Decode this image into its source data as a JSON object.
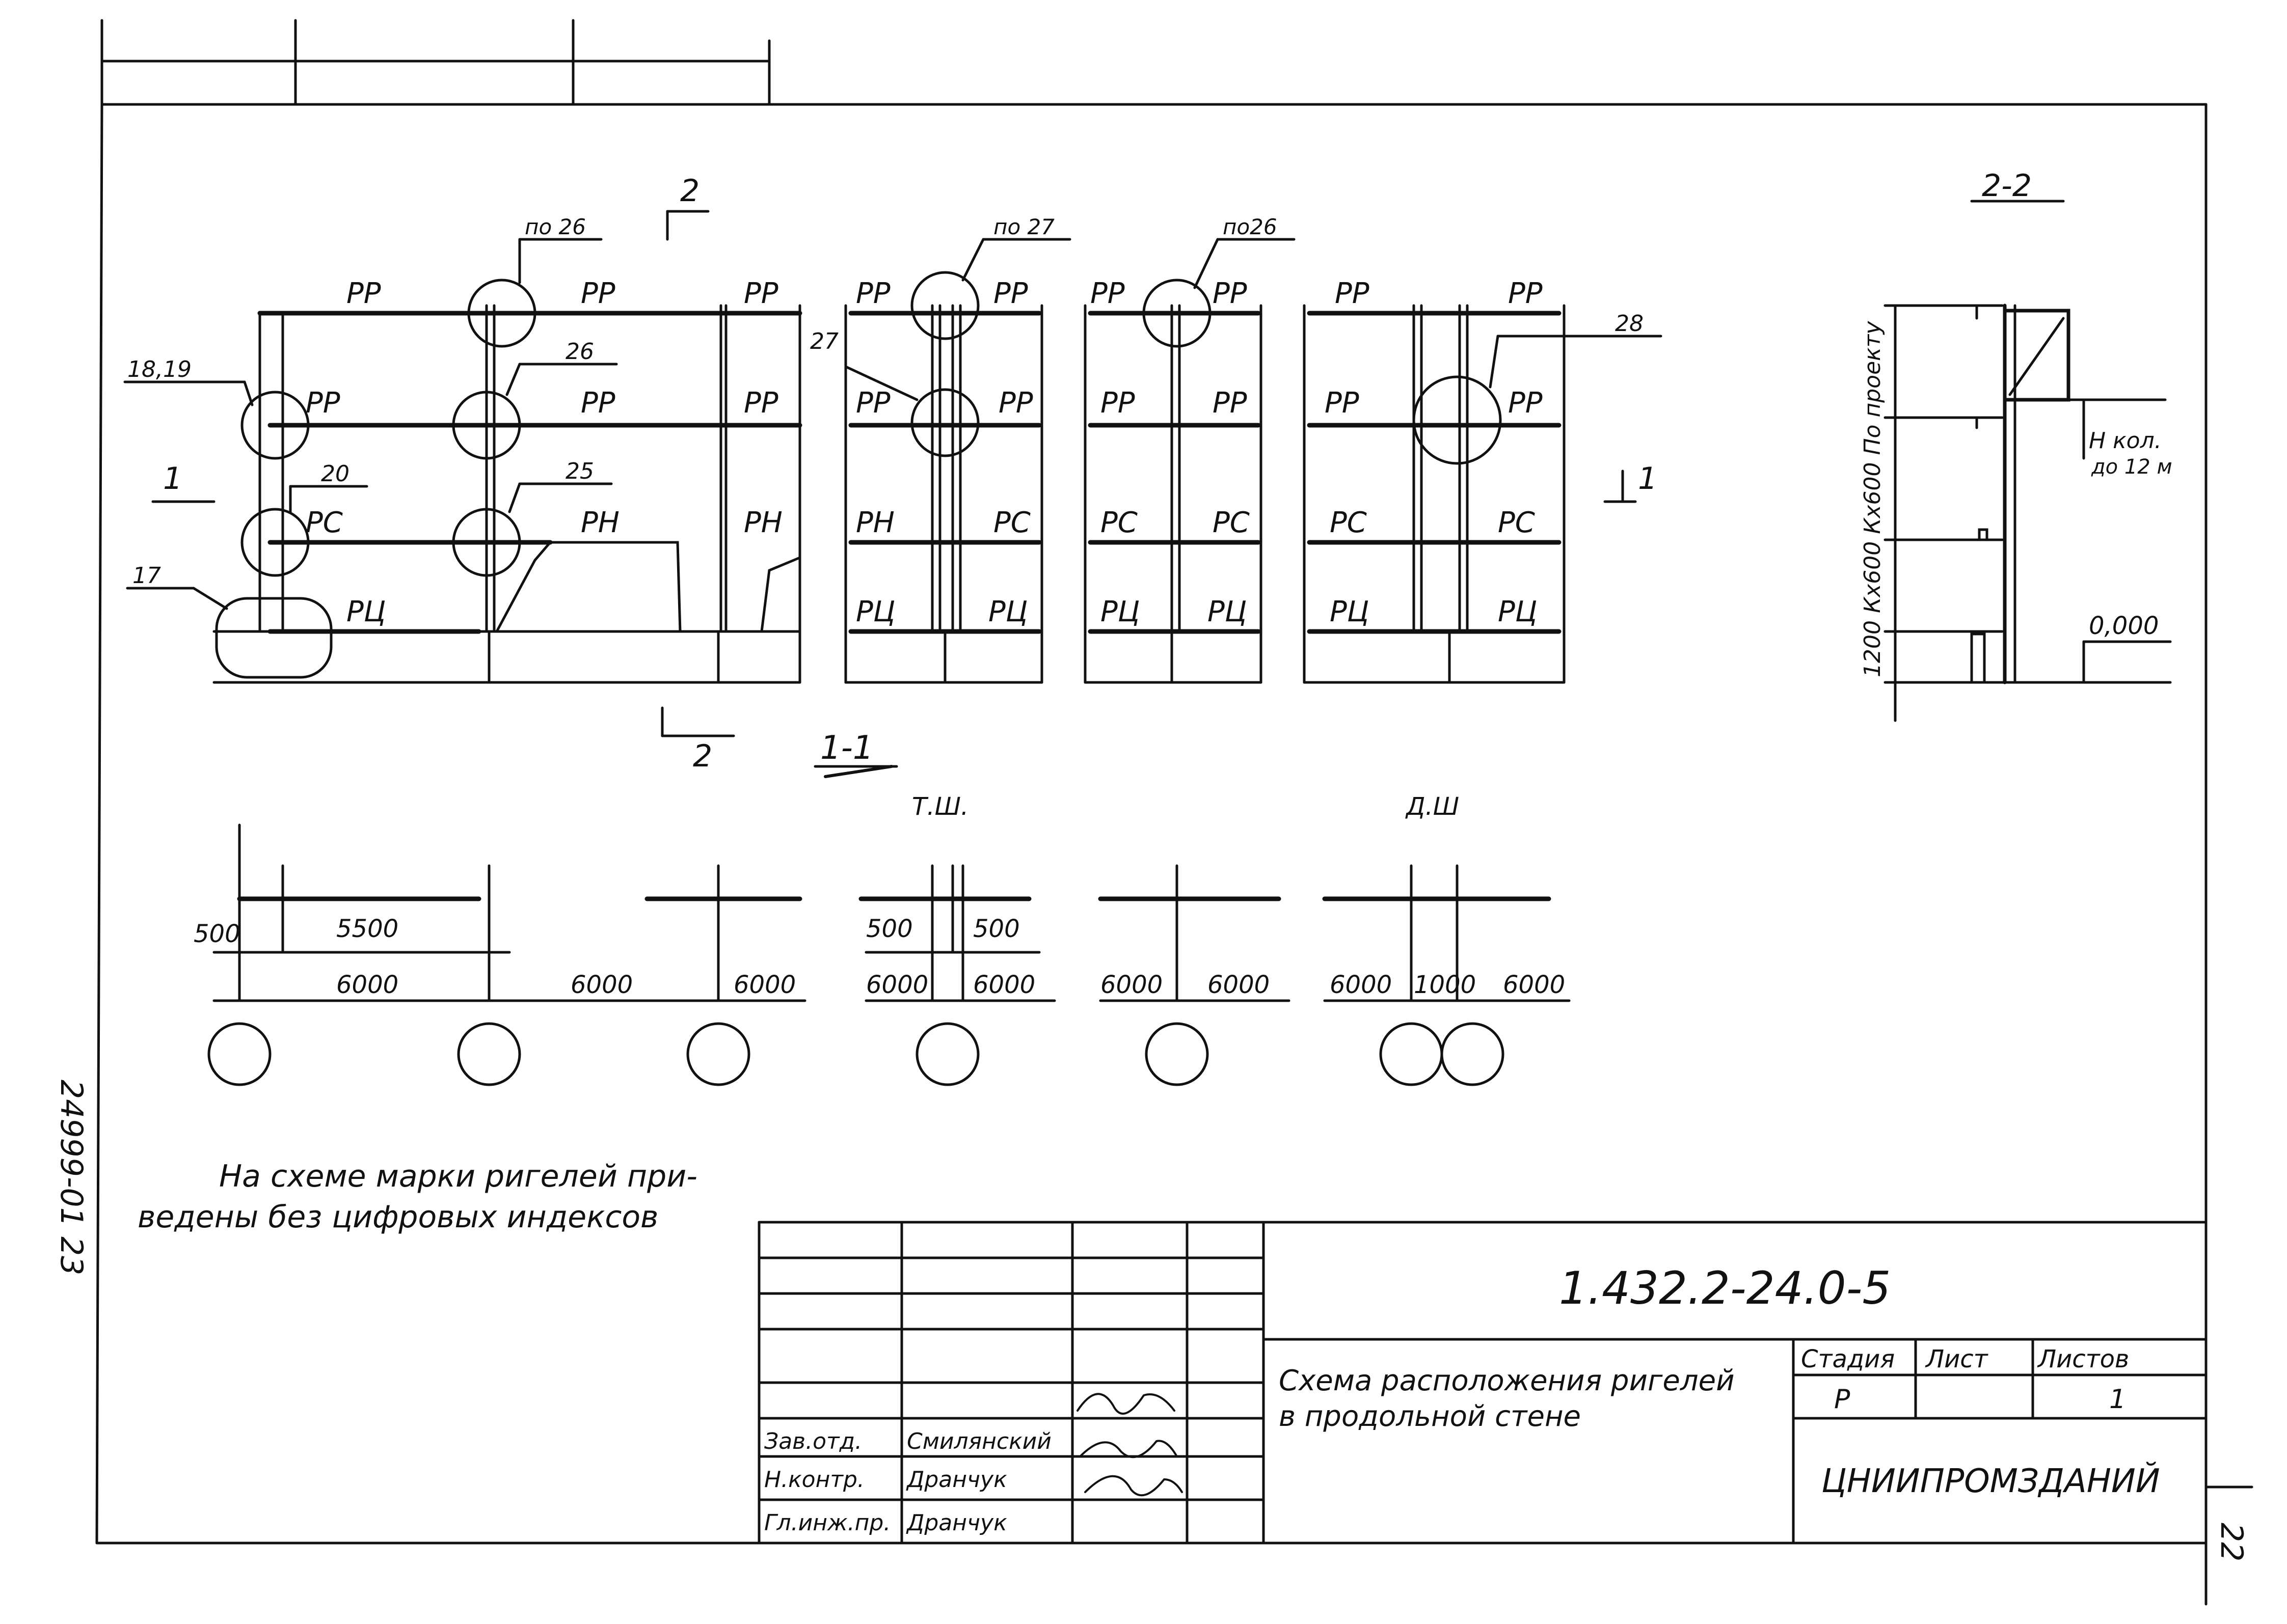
{
  "labels": {
    "rp": "РР",
    "rs": "РС",
    "rn": "РН",
    "rc": "РЦ",
    "po26": "по 26",
    "po27": "по 27",
    "po26b": "по26",
    "c1819": "18,19",
    "c20": "20",
    "c17": "17",
    "c25": "25",
    "c26": "26",
    "c27": "27",
    "c28": "28",
    "sec2top": "2",
    "sec2bot": "2",
    "sec1left": "1",
    "sec1right": "1",
    "sec11": "1-1",
    "sec22": "2-2"
  },
  "section22": {
    "dims": "1200  Кх600  Кх600   По проекту",
    "h_label": "Н кол.",
    "h_sub": "до 12 м",
    "level": "0,000"
  },
  "plan": {
    "tsh": "Т.Ш.",
    "dsh": "Д.Ш",
    "d500a": "500",
    "d5500": "5500",
    "d500b": "500",
    "d500c": "500",
    "d6000_1": "6000",
    "d6000_2": "6000",
    "d6000_3": "6000",
    "d6000_4": "6000",
    "d6000_5": "6000",
    "d6000_6": "6000",
    "d6000_7": "6000",
    "d6000_8": "6000",
    "d6000_9": "6000",
    "d1000": "1000"
  },
  "note": {
    "line1": "На схеме марки ригелей при-",
    "line2": "ведены без цифровых индексов"
  },
  "side_code": "24999-01  23",
  "titleblock": {
    "doc_code": "1.432.2-24.0-5",
    "title_line1": "Схема расположения ригелей",
    "title_line2": "в продольной стене",
    "stage_h": "Стадия",
    "sheet_h": "Лист",
    "sheets_h": "Листов",
    "stage": "Р",
    "sheet": "",
    "sheets": "1",
    "org": "ЦНИИПРОМЗДАНИЙ",
    "roles": [
      "Зав.отд.",
      "Н.контр.",
      "Гл.инж.пр."
    ],
    "names": [
      "Смилянский",
      "Дранчук",
      "Дранчук"
    ]
  },
  "page_number": "22"
}
